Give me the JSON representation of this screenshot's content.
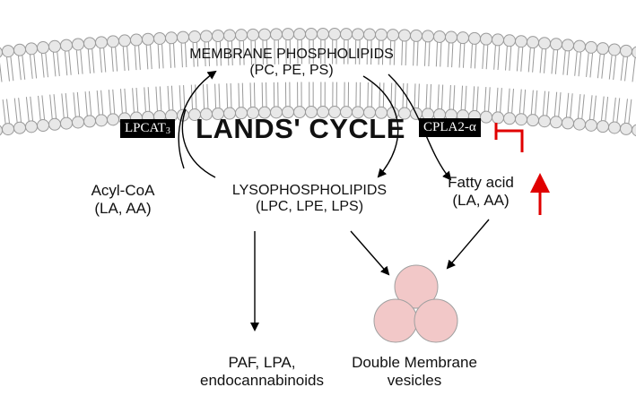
{
  "membrane": {
    "title": "MEMBRANE PHOSPHOLIPIDS",
    "subtitle": "(PC, PE, PS)"
  },
  "cycle_title": "LANDS' CYCLE",
  "enzymes": {
    "lpcat_main": "LPCAT",
    "lpcat_sub": "3",
    "cpla2": "CPLA2-α"
  },
  "acyl_coa": {
    "line1": "Acyl-CoA",
    "line2": "(LA, AA)"
  },
  "lysophospholipids": {
    "line1": "LYSOPHOSPHOLIPIDS",
    "line2": "(LPC, LPE, LPS)"
  },
  "fatty_acid": {
    "line1": "Fatty acid",
    "line2": "(LA, AA)"
  },
  "products": {
    "line1": "PAF, LPA,",
    "line2": "endocannabinoids"
  },
  "vesicles": {
    "line1": "Double Membrane",
    "line2": "vesicles"
  },
  "colors": {
    "bilayer_head": "#e8e8e8",
    "bilayer_tail": "#9a9a9a",
    "vesicle_fill": "#f2c8c8",
    "inhibition_red": "#e00000"
  }
}
